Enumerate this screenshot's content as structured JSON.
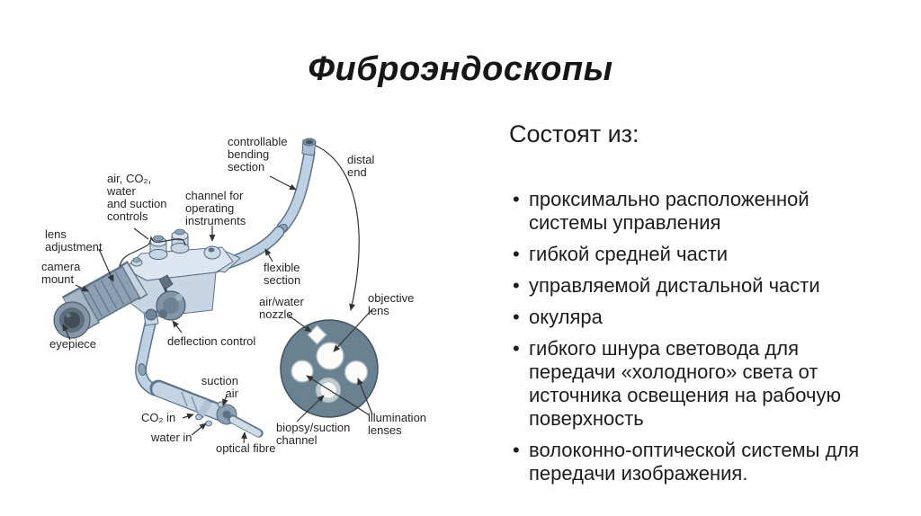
{
  "slide": {
    "title": "Фиброэндоскопы",
    "intro": "Состоят из:",
    "bullets": [
      "проксимально расположенной системы управления",
      "гибкой средней части",
      "управляемой дистальной части",
      "окуляра",
      "гибкого шнура световода для передачи «холодного» света от источника освещения на рабочую поверхность",
      "волоконно-оптической системы для передачи изображения."
    ]
  },
  "diagram": {
    "labels": {
      "controllable_bending_section": "controllable\nbending\nsection",
      "distal_end": "distal\nend",
      "air_co2_controls": "air, CO₂,\nwater\nand suction\ncontrols",
      "channel_operating": "channel for\noperating\ninstruments",
      "lens_adjustment": "lens\nadjustment",
      "camera_mount": "camera\nmount",
      "eyepiece": "eyepiece",
      "deflection_control": "deflection control",
      "flexible_section": "flexible\nsection",
      "air_water_nozzle": "air/water\nnozzle",
      "objective_lens": "objective\nlens",
      "biopsy_suction_channel": "biopsy/suction\nchannel",
      "illumination_lenses": "illumination\nlenses",
      "suction_air": "suction\nair",
      "co2_in": "CO₂ in",
      "water_in": "water in",
      "optical_fibre": "optical fibre"
    },
    "colors": {
      "tube": "#bdd1e3",
      "tube_outline": "#5f7488",
      "body": "#c7d5e4",
      "body_top": "#dde6f0",
      "cross_section": "#6a8191",
      "hole": "#fcfdfb",
      "arrow": "#333333"
    }
  }
}
